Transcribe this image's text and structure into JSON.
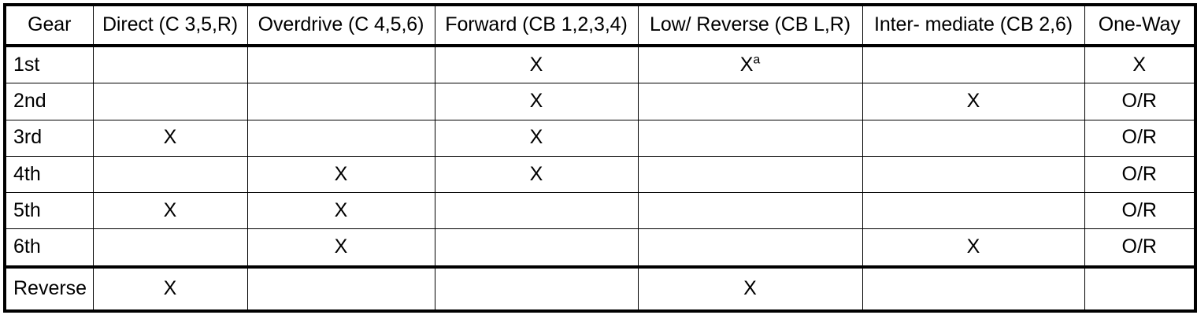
{
  "table": {
    "name": "transmission-clutch-application-chart",
    "columns": [
      {
        "key": "gear",
        "label": "Gear"
      },
      {
        "key": "direct",
        "label": "Direct (C 3,5,R)"
      },
      {
        "key": "overdrive",
        "label": "Overdrive (C 4,5,6)"
      },
      {
        "key": "forward",
        "label": "Forward (CB 1,2,3,4)"
      },
      {
        "key": "lowrev",
        "label": "Low/ Reverse (CB L,R)"
      },
      {
        "key": "inter",
        "label": "Inter- mediate (CB 2,6)"
      },
      {
        "key": "oneway",
        "label": "One-Way"
      }
    ],
    "rows": [
      {
        "gear": "1st",
        "cells": [
          "",
          "",
          "X",
          "X",
          "",
          "X"
        ],
        "footnotes": [
          "",
          "",
          "",
          "a",
          "",
          ""
        ]
      },
      {
        "gear": "2nd",
        "cells": [
          "",
          "",
          "X",
          "",
          "X",
          "O/R"
        ],
        "footnotes": [
          "",
          "",
          "",
          "",
          "",
          ""
        ]
      },
      {
        "gear": "3rd",
        "cells": [
          "X",
          "",
          "X",
          "",
          "",
          "O/R"
        ],
        "footnotes": [
          "",
          "",
          "",
          "",
          "",
          ""
        ]
      },
      {
        "gear": "4th",
        "cells": [
          "",
          "X",
          "X",
          "",
          "",
          "O/R"
        ],
        "footnotes": [
          "",
          "",
          "",
          "",
          "",
          ""
        ]
      },
      {
        "gear": "5th",
        "cells": [
          "X",
          "X",
          "",
          "",
          "",
          "O/R"
        ],
        "footnotes": [
          "",
          "",
          "",
          "",
          "",
          ""
        ]
      },
      {
        "gear": "6th",
        "cells": [
          "",
          "X",
          "",
          "",
          "X",
          "O/R"
        ],
        "footnotes": [
          "",
          "",
          "",
          "",
          "",
          ""
        ]
      },
      {
        "gear": "Reverse",
        "cells": [
          "X",
          "",
          "",
          "X",
          "",
          ""
        ],
        "footnotes": [
          "",
          "",
          "",
          "",
          "",
          ""
        ]
      }
    ],
    "colors": {
      "border": "#000000",
      "text": "#000000",
      "background": "#ffffff"
    }
  }
}
